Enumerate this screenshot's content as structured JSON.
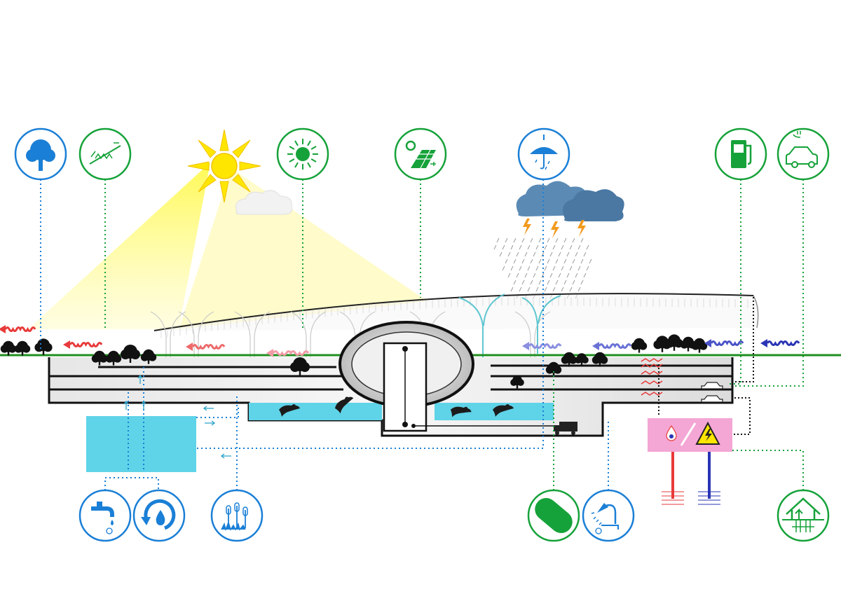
{
  "colors": {
    "blue": "#1a7fd6",
    "green": "#16a23a",
    "sun": "#ffe600",
    "water": "#5fd3e8",
    "pink": "#f4a6d4",
    "cloud": "#5b8bb5",
    "ground": "#1f8f1f",
    "hot_arrow": "#e83a3a",
    "cool_arrow": "#2a34b5",
    "lightning": "#f29a1c",
    "structure": "#222222"
  },
  "icons": {
    "top": [
      {
        "name": "tree-icon",
        "ring": "blue"
      },
      {
        "name": "green-roof-icon",
        "ring": "green"
      },
      {
        "name": "sun-daylight-icon",
        "ring": "green"
      },
      {
        "name": "solar-panel-icon",
        "ring": "green"
      },
      {
        "name": "rain-umbrella-icon",
        "ring": "blue"
      },
      {
        "name": "fuel-pump-icon",
        "ring": "green"
      },
      {
        "name": "electric-car-icon",
        "ring": "green"
      }
    ],
    "bottom": [
      {
        "name": "water-tap-icon",
        "ring": "blue"
      },
      {
        "name": "water-recycle-icon",
        "ring": "blue"
      },
      {
        "name": "reeds-wetland-icon",
        "ring": "blue"
      },
      {
        "name": "biogas-capsule-icon",
        "ring": "green"
      },
      {
        "name": "shower-icon",
        "ring": "blue"
      },
      {
        "name": "geothermal-house-icon",
        "ring": "green"
      }
    ],
    "energy_panel": [
      "water-energy-icon",
      "high-voltage-warning-icon"
    ]
  }
}
